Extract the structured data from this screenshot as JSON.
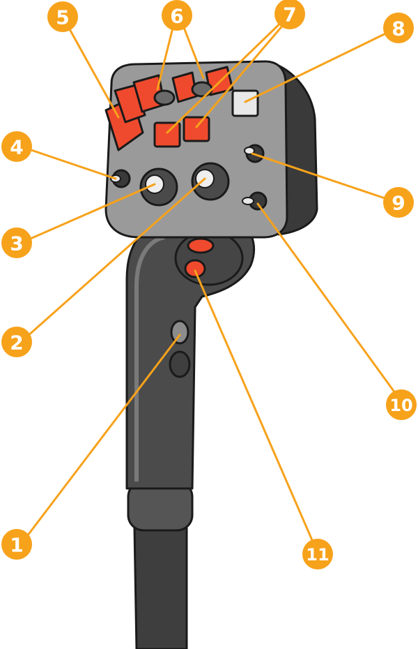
{
  "colors": {
    "callout": "#f7a21b",
    "callout_text": "#ffffff",
    "housing": "#9a9a9a",
    "housing_dark": "#3a3a3a",
    "handle": "#4b4b4b",
    "button_red": "#ef4a2e",
    "outline": "#1a1a1a"
  },
  "callouts": [
    {
      "id": "1",
      "label": "1"
    },
    {
      "id": "2",
      "label": "2"
    },
    {
      "id": "3",
      "label": "3"
    },
    {
      "id": "4",
      "label": "4"
    },
    {
      "id": "5",
      "label": "5"
    },
    {
      "id": "6",
      "label": "6"
    },
    {
      "id": "7",
      "label": "7"
    },
    {
      "id": "8",
      "label": "8"
    },
    {
      "id": "9",
      "label": "9"
    },
    {
      "id": "10",
      "label": "10"
    },
    {
      "id": "11",
      "label": "11"
    }
  ]
}
